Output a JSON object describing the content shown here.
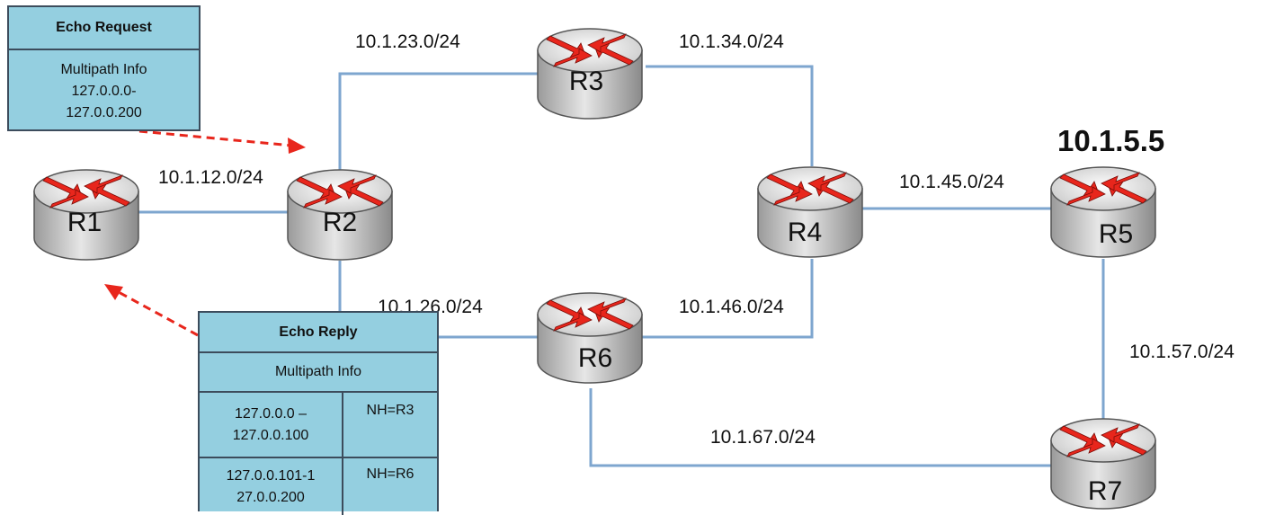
{
  "subnets": {
    "r1_r2": "10.1.12.0/24",
    "r2_r3": "10.1.23.0/24",
    "r3_r4": "10.1.34.0/24",
    "r4_r5": "10.1.45.0/24",
    "r2_r6": "10.1.26.0/24",
    "r4_r6": "10.1.46.0/24",
    "r5_r7": "10.1.57.0/24",
    "r6_r7": "10.1.67.0/24"
  },
  "routers": {
    "r1": "R1",
    "r2": "R2",
    "r3": "R3",
    "r4": "R4",
    "r5": "R5",
    "r6": "R6",
    "r7": "R7"
  },
  "destination_address": "10.1.5.5",
  "echo_request": {
    "title": "Echo Request",
    "line1": "Multipath Info",
    "line2": "127.0.0.0-",
    "line3": "127.0.0.200"
  },
  "echo_reply": {
    "title": "Echo Reply",
    "subtitle": "Multipath Info",
    "rows": [
      {
        "range_line1": "127.0.0.0 –",
        "range_line2": "127.0.0.100",
        "next_hop": "NH=R3"
      },
      {
        "range_line1": "127.0.0.101-1",
        "range_line2": "27.0.0.200",
        "next_hop": "NH=R6"
      }
    ]
  },
  "colors": {
    "link": "#7ea6cf",
    "arrow": "#e8261c",
    "box_fill": "#94cfe0",
    "router_body": "#c8c8c8"
  }
}
